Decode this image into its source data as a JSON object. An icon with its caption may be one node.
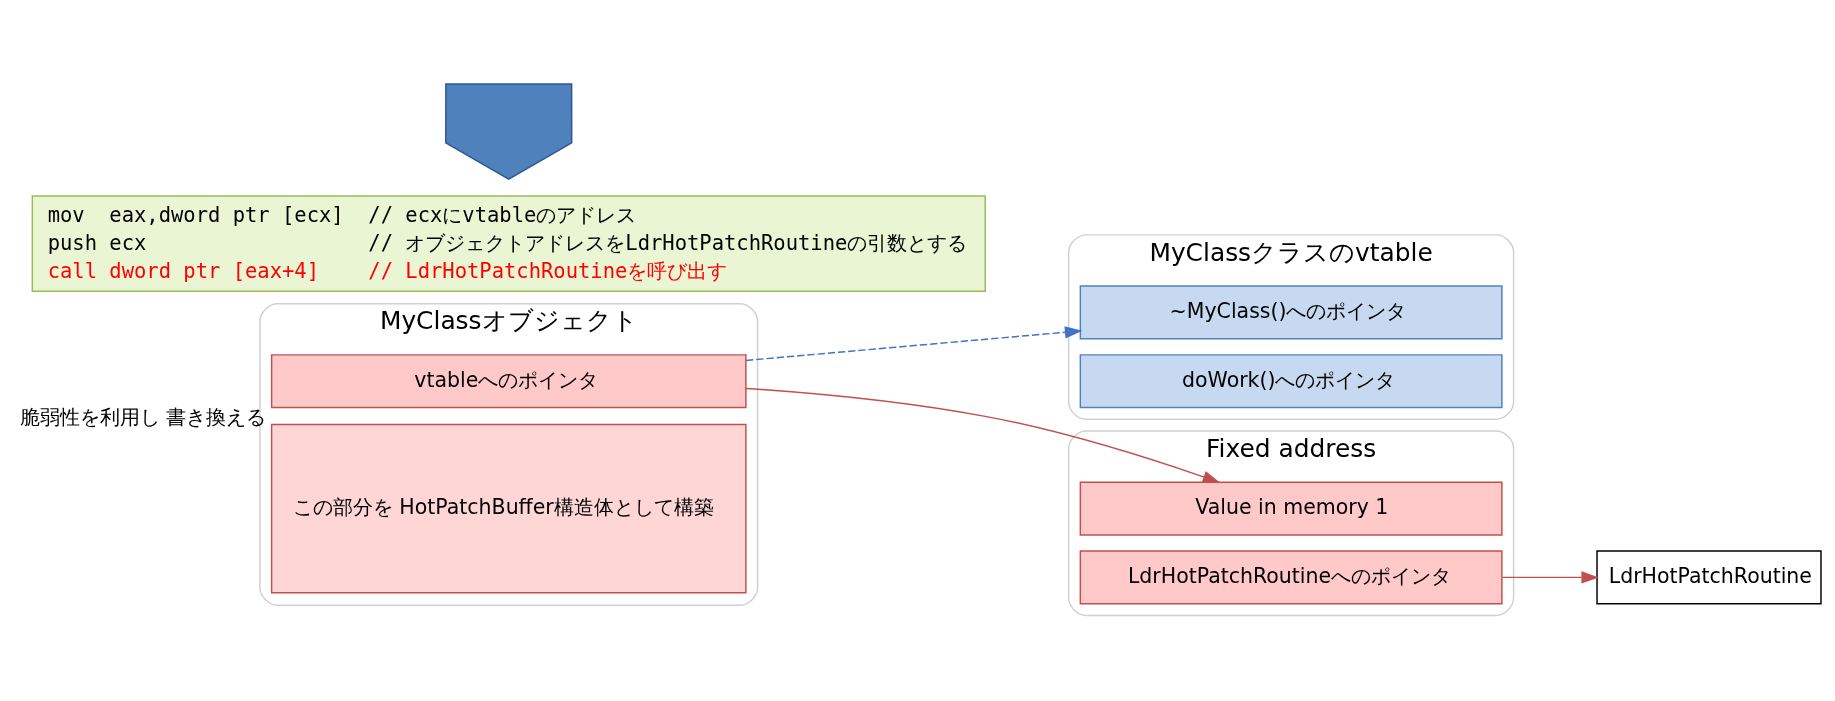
{
  "diagram": {
    "nodes": [
      {
        "text": [
          "MyClassオブジェクト"
        ]
      },
      {
        "text": [
          "vtableへのポインタ"
        ],
        "in": 0,
        "beside": [
          "脆弱性を利用し 書き換える"
        ]
      },
      {
        "text": [
          "この部分を HotPatchBuffer構造体として構築"
        ],
        "in": 0
      },
      {
        "text": [
          "MyClassクラスのvtable"
        ]
      },
      {
        "text": [
          "~MyClass()へのポインタ"
        ],
        "in": 3
      },
      {
        "text": [
          "doWork()へのポインタ"
        ],
        "in": 3
      },
      {
        "text": [
          "Fixed address"
        ]
      },
      {
        "text": [
          "Value in memory 1"
        ],
        "in": 6
      },
      {
        "text": [
          "LdrHotPatchRoutineへのポインタ"
        ],
        "in": 6
      },
      {
        "text": [
          "LdrHotPatchRoutine"
        ]
      },
      {
        "text": [
          "mov  eax,dword ptr [ecx]  // ecxにvtableのアドレス",
          "push ecx                  // オブジェクトアドレスをLdrHotPatchRoutineの引数とする",
          "call dword ptr [eax+4]    // LdrHotPatchRoutineを呼び出す"
        ]
      },
      {
        "text": [],
        "shape": "arrow"
      }
    ],
    "edges": [
      {
        "from": 1,
        "to": 4,
        "arrow": "to",
        "style": "dashed",
        "color": "#4472c4"
      },
      {
        "from": 1,
        "to": 7,
        "arrow": "to"
      },
      {
        "from": 8,
        "to": 9,
        "arrow": "to"
      }
    ]
  }
}
